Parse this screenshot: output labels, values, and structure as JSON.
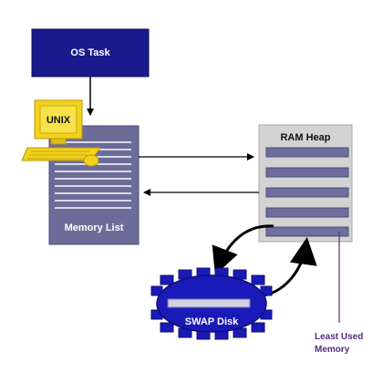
{
  "diagram": {
    "os_task": "OS Task",
    "unix": "UNIX",
    "memory_list": "Memory List",
    "ram_heap": "RAM Heap",
    "swap_disk": "SWAP Disk",
    "least_used_line1": "Least Used",
    "least_used_line2": "Memory"
  },
  "colors": {
    "os_task": "#1a1a8c",
    "memory_list": "#6c6c99",
    "ram_heap_bg": "#d3d3d3",
    "ram_slot": "#6e6e9e",
    "computer": "#f2d21b",
    "swap_disk": "#1a1ab8",
    "arrow": "#000000",
    "purple": "#5b2a86"
  },
  "icons": [
    "computer-icon",
    "gear-icon"
  ]
}
